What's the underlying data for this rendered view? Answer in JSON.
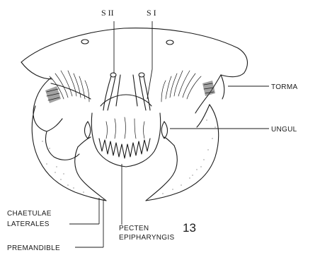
{
  "figure": {
    "number": "13",
    "labels": {
      "s2": "S II",
      "s1": "S I",
      "torma": "TORMA",
      "ungul": "UNGUL",
      "chaetulae_line1": "CHAETULAE",
      "chaetulae_line2": "LATERALES",
      "premandible": "PREMANDIBLE",
      "pecten_line1": "PECTEN",
      "pecten_line2": "EPIPHARYNGIS"
    }
  }
}
